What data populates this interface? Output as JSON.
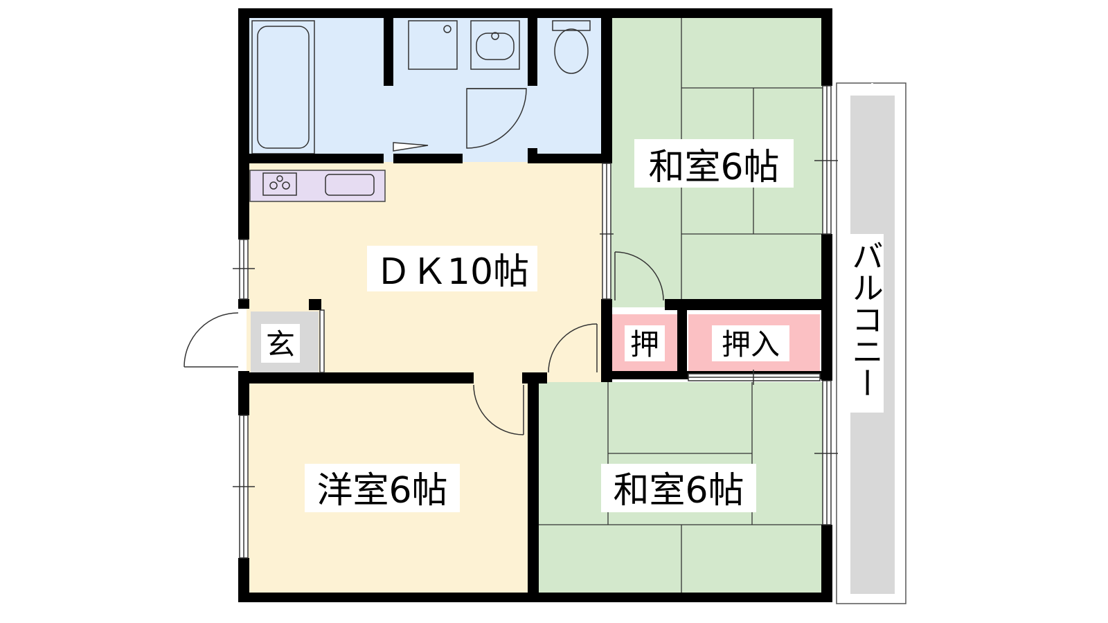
{
  "floorplan": {
    "rooms": {
      "wa1": {
        "label": "和室6帖"
      },
      "dk": {
        "label": "ＤＫ10帖"
      },
      "genkan": {
        "label": "玄"
      },
      "oshi_small": {
        "label": "押"
      },
      "oshiire": {
        "label": "押入"
      },
      "yoshitsu": {
        "label": "洋室6帖"
      },
      "wa2": {
        "label": "和室6帖"
      },
      "balcony": {
        "label": "バルコニー"
      }
    },
    "colors": {
      "wall": "#000000",
      "bath": "#dcebfb",
      "kitchen": "#e6dcf2",
      "dk": "#fdf2d4",
      "washitsu": "#d3e8cc",
      "oshiire": "#fbc0c3",
      "genkan": "#d8d8d8",
      "balcony": "#d8d8d8"
    }
  }
}
